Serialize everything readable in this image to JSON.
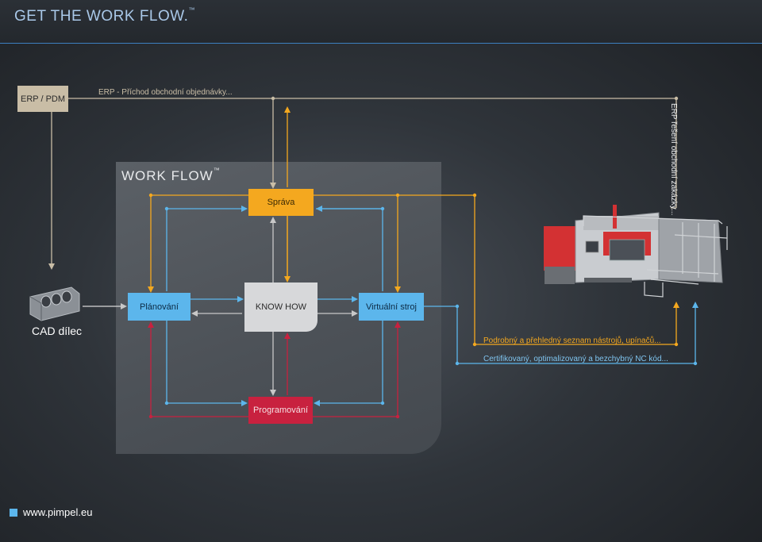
{
  "header": {
    "title": "GET THE WORK FLOW.",
    "tm": "™"
  },
  "workflow": {
    "title": "WORK FLOW",
    "tm": "™"
  },
  "boxes": {
    "erp_pdm": "ERP / PDM",
    "sprava": "Správa",
    "planovani": "Plánování",
    "know_how": "KNOW HOW",
    "virtualni_stroj": "Virtuální stroj",
    "programovani": "Programování"
  },
  "labels": {
    "erp_order": "ERP - Příchod obchodní objednávky...",
    "erp_solution": "ERP řešení obchodní zakázky...",
    "cad": "CAD dílec",
    "tools": "Podrobný a přehledný seznam nástrojů, upínačů...",
    "nc_code": "Certifikovaný, optimalizovaný a bezchybný NC kód..."
  },
  "footer": {
    "url": "www.pimpel.eu"
  },
  "colors": {
    "erp": "#c9bda6",
    "orange": "#f4a81f",
    "blue": "#5cb6ec",
    "red": "#c8213f",
    "gray": "#d7d8da",
    "header_accent": "#3d7fc0"
  }
}
